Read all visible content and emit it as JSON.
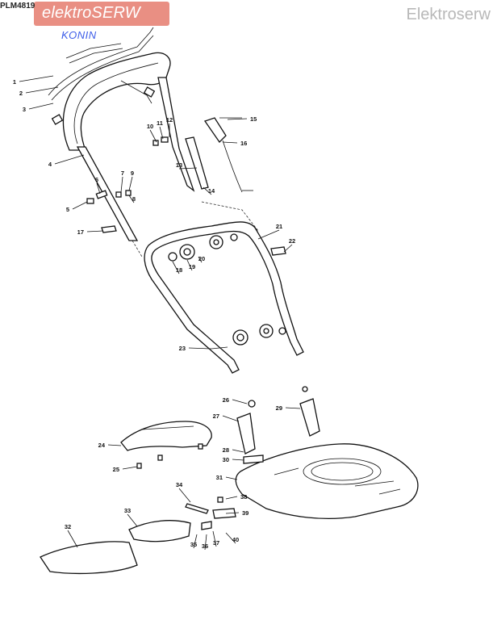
{
  "header": {
    "model_code": "PLM4819",
    "logo_text": "elektroSERW",
    "logo_city": "KONIN",
    "watermark": "Elektroserw"
  },
  "parts": [
    {
      "num": "1"
    },
    {
      "num": "2"
    },
    {
      "num": "3"
    },
    {
      "num": "4"
    },
    {
      "num": "5"
    },
    {
      "num": "6"
    },
    {
      "num": "7"
    },
    {
      "num": "8"
    },
    {
      "num": "9"
    },
    {
      "num": "10"
    },
    {
      "num": "11"
    },
    {
      "num": "12"
    },
    {
      "num": "13"
    },
    {
      "num": "14"
    },
    {
      "num": "15"
    },
    {
      "num": "16"
    },
    {
      "num": "17"
    },
    {
      "num": "18"
    },
    {
      "num": "19"
    },
    {
      "num": "20"
    },
    {
      "num": "21"
    },
    {
      "num": "22"
    },
    {
      "num": "23"
    },
    {
      "num": "24"
    },
    {
      "num": "25"
    },
    {
      "num": "26"
    },
    {
      "num": "27"
    },
    {
      "num": "28"
    },
    {
      "num": "29"
    },
    {
      "num": "30"
    },
    {
      "num": "31"
    },
    {
      "num": "32"
    },
    {
      "num": "33"
    },
    {
      "num": "34"
    },
    {
      "num": "35"
    },
    {
      "num": "36"
    },
    {
      "num": "37"
    },
    {
      "num": "38"
    },
    {
      "num": "39"
    },
    {
      "num": "40"
    }
  ]
}
